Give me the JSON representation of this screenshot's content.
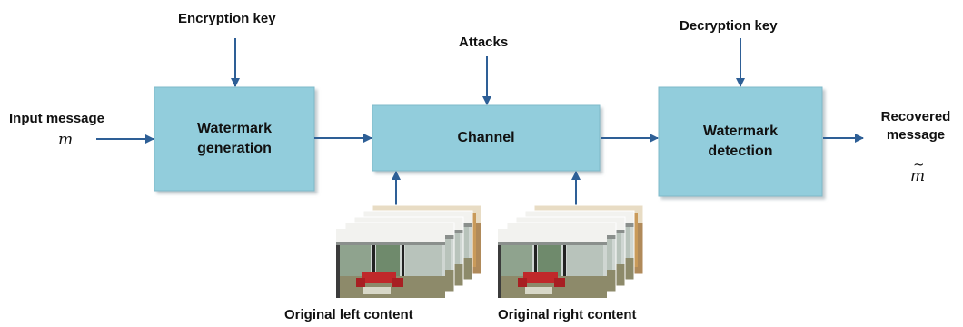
{
  "labels": {
    "encryption_key": "Encryption key",
    "attacks": "Attacks",
    "decryption_key": "Decryption key",
    "input_message": "Input message",
    "input_symbol": "m",
    "recovered_line1": "Recovered",
    "recovered_line2": "message",
    "recovered_symbol": "m",
    "recovered_accent": "~",
    "left_content": "Original left content",
    "right_content": "Original right content"
  },
  "blocks": {
    "generation_line1": "Watermark",
    "generation_line2": "generation",
    "channel": "Channel",
    "detection_line1": "Watermark",
    "detection_line2": "detection"
  },
  "colors": {
    "block_fill": "#92cddc",
    "block_edge": "#7fb9c9",
    "arrow": "#2e5f96"
  }
}
